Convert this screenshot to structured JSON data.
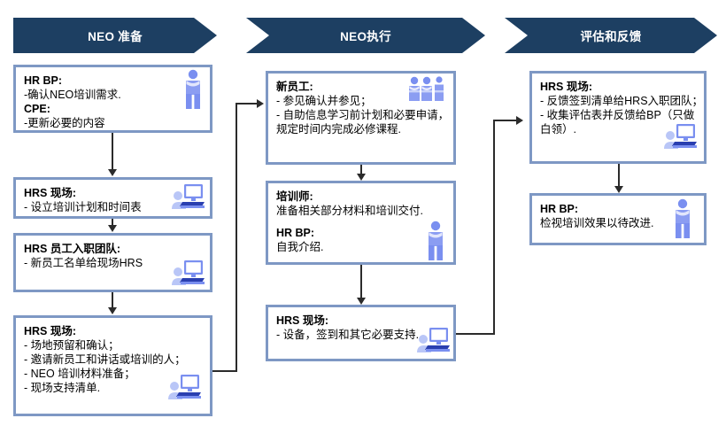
{
  "diagram": {
    "title": "NEO Process Flow",
    "colors": {
      "banner_fill": "#1d3f62",
      "banner_text": "#ffffff",
      "box_border": "#7e98c4",
      "box_fill": "#ffffff",
      "icon_blue": "#7a8ff0",
      "icon_light": "#b9c6f7",
      "connector": "#2b2b2b"
    },
    "phases": [
      {
        "id": "prep",
        "label": "NEO 准备",
        "shape": "arrow-start"
      },
      {
        "id": "execution",
        "label": "NEO执行",
        "shape": "chevron"
      },
      {
        "id": "feedback",
        "label": "评估和反馈",
        "shape": "chevron"
      }
    ],
    "columns": [
      {
        "id": "prep",
        "boxes": [
          {
            "id": "prep-1",
            "icon": "person-icon",
            "lines": [
              {
                "text": "HR BP:",
                "bold": true
              },
              {
                "text": "-确认NEO培训需求.",
                "bold": false
              },
              {
                "text": "CPE:",
                "bold": true
              },
              {
                "text": "-更新必要的内容",
                "bold": false
              }
            ]
          },
          {
            "id": "prep-2",
            "icon": "computer-person-icon",
            "lines": [
              {
                "text": "HRS 现场:",
                "bold": true
              },
              {
                "text": "- 设立培训计划和时间表",
                "bold": false
              }
            ]
          },
          {
            "id": "prep-3",
            "icon": "computer-person-icon",
            "lines": [
              {
                "text": "HRS 员工入职团队:",
                "bold": true
              },
              {
                "text": "- 新员工名单给现场HRS",
                "bold": false
              }
            ]
          },
          {
            "id": "prep-4",
            "icon": "computer-person-icon",
            "lines": [
              {
                "text": "HRS 现场:",
                "bold": true
              },
              {
                "text": "- 场地预留和确认；",
                "bold": false
              },
              {
                "text": "- 邀请新员工和讲话或培训的人；",
                "bold": false
              },
              {
                "text": "- NEO 培训材料准备；",
                "bold": false
              },
              {
                "text": "- 现场支持清单.",
                "bold": false
              }
            ]
          }
        ]
      },
      {
        "id": "execution",
        "boxes": [
          {
            "id": "exec-1",
            "icon": "group-people-icon",
            "lines": [
              {
                "text": "新员工:",
                "bold": true
              },
              {
                "text": "- 参见确认并参见；",
                "bold": false
              },
              {
                "text": "- 自助信息学习前计划和必要申请，",
                "bold": false
              },
              {
                "text": "规定时间内完成必修课程.",
                "bold": false
              }
            ]
          },
          {
            "id": "exec-2",
            "icon": "person-icon",
            "lines": [
              {
                "text": "培训师:",
                "bold": true
              },
              {
                "text": "准备相关部分材料和培训交付.",
                "bold": false
              },
              {
                "text": "",
                "bold": false,
                "spacer": true
              },
              {
                "text": "HR BP:",
                "bold": true
              },
              {
                "text": "自我介绍.",
                "bold": false
              }
            ]
          },
          {
            "id": "exec-3",
            "icon": "computer-person-icon",
            "lines": [
              {
                "text": "HRS 现场:",
                "bold": true
              },
              {
                "text": "- 设备，签到和其它必要支持.",
                "bold": false
              }
            ]
          }
        ]
      },
      {
        "id": "feedback",
        "boxes": [
          {
            "id": "fb-1",
            "icon": "computer-person-icon",
            "lines": [
              {
                "text": "HRS 现场:",
                "bold": true
              },
              {
                "text": "- 反馈签到清单给HRS入职团队；",
                "bold": false
              },
              {
                "text": "- 收集评估表并反馈给BP（只做",
                "bold": false
              },
              {
                "text": "白领）.",
                "bold": false
              }
            ]
          },
          {
            "id": "fb-2",
            "icon": "person-icon",
            "lines": [
              {
                "text": "HR BP:",
                "bold": true
              },
              {
                "text": "检视培训效果以待改进.",
                "bold": false
              }
            ]
          }
        ]
      }
    ],
    "connectors": [
      {
        "id": "prep1-to-prep2",
        "type": "vertical-arrow"
      },
      {
        "id": "prep2-to-prep3",
        "type": "vertical-arrow"
      },
      {
        "id": "prep3-to-prep4",
        "type": "vertical-arrow"
      },
      {
        "id": "prep4-to-exec1",
        "type": "elbow-arrow"
      },
      {
        "id": "exec1-to-exec2",
        "type": "vertical-arrow"
      },
      {
        "id": "exec2-to-exec3",
        "type": "vertical-arrow"
      },
      {
        "id": "exec3-to-fb1",
        "type": "elbow-arrow"
      },
      {
        "id": "fb1-to-fb2",
        "type": "vertical-arrow"
      }
    ]
  }
}
